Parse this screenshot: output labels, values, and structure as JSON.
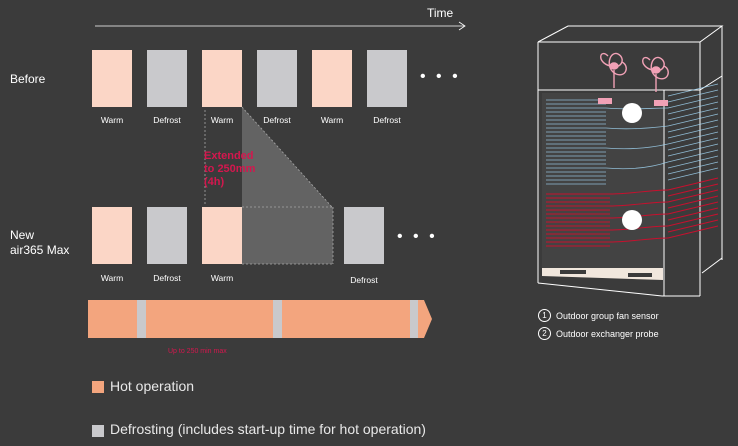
{
  "time_label": "Time",
  "rows": {
    "before": {
      "label": "Before",
      "blocks": [
        {
          "type": "warm",
          "label": "Warm"
        },
        {
          "type": "defrost",
          "label": "Defrost"
        },
        {
          "type": "warm",
          "label": "Warm"
        },
        {
          "type": "defrost",
          "label": "Defrost"
        },
        {
          "type": "warm",
          "label": "Warm"
        },
        {
          "type": "defrost",
          "label": "Defrost"
        }
      ],
      "ellipsis": "• • •"
    },
    "new": {
      "label_line1": "New",
      "label_line2": "air365 Max",
      "blocks": [
        {
          "type": "warm",
          "label": "Warm"
        },
        {
          "type": "defrost",
          "label": "Defrost"
        },
        {
          "type": "warm",
          "label": "Warm"
        },
        {
          "type": "defrost",
          "label": "Defrost"
        }
      ],
      "ellipsis": "• • •"
    }
  },
  "extended_note": [
    "Extended",
    "to 250mm",
    "(4h)"
  ],
  "bar_note": "Up to 250 min max",
  "legend": {
    "hot": {
      "label": "Hot operation",
      "color": "#f3a57e"
    },
    "defrost": {
      "label": "Defrosting (includes start-up time for hot operation)",
      "color": "#c9c9cc"
    }
  },
  "probes": [
    {
      "num": "1",
      "label": "Outdoor group fan sensor"
    },
    {
      "num": "2",
      "label": "Outdoor exchanger probe"
    }
  ],
  "colors": {
    "background": "#3b3b3b",
    "warm": "#fbd6c6",
    "defrost": "#c9c9cc",
    "hot_bar": "#f3a57e",
    "accent_red": "#d4174e",
    "coil_red": "#c8102e",
    "coil_blue": "#9fd3f0"
  }
}
